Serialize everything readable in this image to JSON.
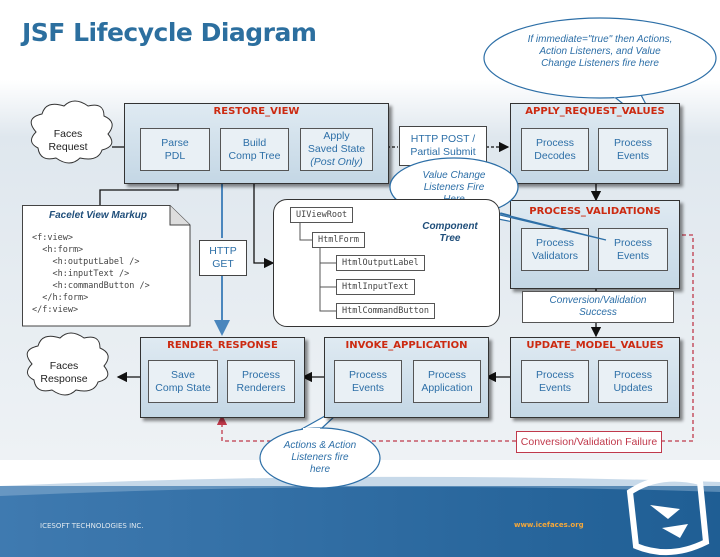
{
  "title": "JSF Lifecycle Diagram",
  "callouts": {
    "top_right": "If immediate=\"true\" then Actions,\nAction Listeners, and Value\nChange Listeners fire here",
    "value_change": "Value Change\nListeners Fire\nHere",
    "actions": "Actions & Action\nListeners fire\nhere"
  },
  "clouds": {
    "faces_request": "Faces\nRequest",
    "faces_response": "Faces\nResponse"
  },
  "phases": {
    "restore_view": {
      "title": "RESTORE_VIEW",
      "steps": [
        "Parse\nPDL",
        "Build\nComp Tree",
        "Apply\nSaved State"
      ],
      "step3_note": "(Post Only)"
    },
    "apply_request_values": {
      "title": "APPLY_REQUEST_VALUES",
      "steps": [
        "Process\nDecodes",
        "Process\nEvents"
      ]
    },
    "process_validations": {
      "title": "PROCESS_VALIDATIONS",
      "steps": [
        "Process\nValidators",
        "Process\nEvents"
      ]
    },
    "update_model_values": {
      "title": "UPDATE_MODEL_VALUES",
      "steps": [
        "Process\nEvents",
        "Process\nUpdates"
      ]
    },
    "invoke_application": {
      "title": "INVOKE_APPLICATION",
      "steps": [
        "Process\nEvents",
        "Process\nApplication"
      ]
    },
    "render_response": {
      "title": "RENDER_RESPONSE",
      "steps": [
        "Save\nComp State",
        "Process\nRenderers"
      ]
    }
  },
  "labels": {
    "http_post": "HTTP POST /\nPartial Submit",
    "http_get": "HTTP\nGET",
    "conversion_success": "Conversion/Validation\nSuccess",
    "conversion_failure": "Conversion/Validation Failure"
  },
  "facelet": {
    "title": "Facelet View Markup",
    "lines": [
      "<f:view>",
      "  <h:form>",
      "    <h:outputLabel />",
      "    <h:inputText />",
      "    <h:commandButton />",
      "  </h:form>",
      "</f:view>"
    ]
  },
  "component_tree": {
    "title": "Component\nTree",
    "nodes": [
      "UIViewRoot",
      "HtmlForm",
      "HtmlOutputLabel",
      "HtmlInputText",
      "HtmlCommandButton"
    ]
  },
  "footer": {
    "company": "ICESOFT TECHNOLOGIES INC.",
    "url": "www.icefaces.org"
  },
  "colors": {
    "title_blue": "#2c6f9f",
    "phase_title_red": "#cc2a11",
    "step_text_blue": "#2d6fa7",
    "footer_bar": "#2d6ca0"
  }
}
